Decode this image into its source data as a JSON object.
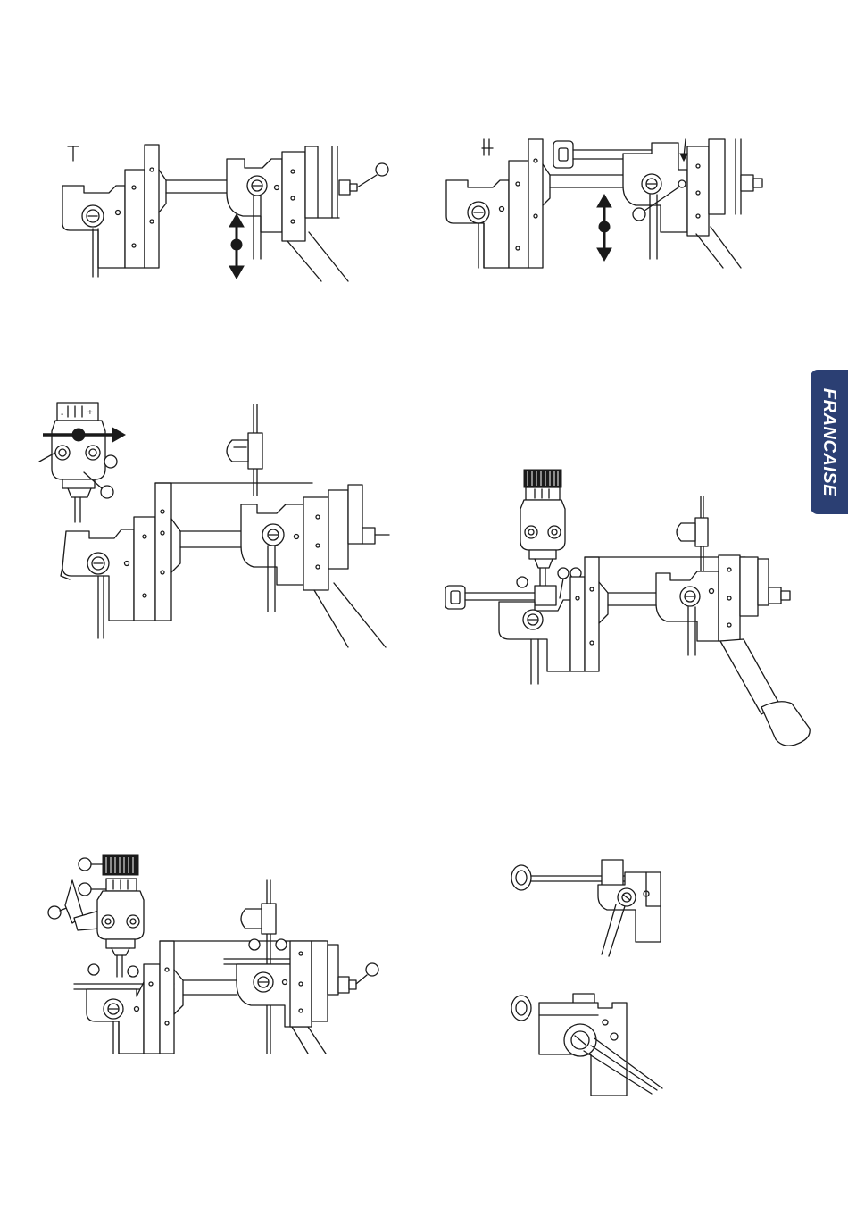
{
  "page": {
    "language_tab": "FRANCAISE",
    "tab_color": "#2b3f73",
    "tab_text_color": "#ffffff"
  },
  "figures": [
    {
      "name": "figure-1",
      "description_icon": "hex-key-icon",
      "arrow": "vertical-double-arrow"
    },
    {
      "name": "figure-2",
      "description_icon": "hex-key-icon",
      "arrow": "vertical-double-arrow"
    },
    {
      "name": "figure-3",
      "arrow": "horizontal-double-arrow"
    },
    {
      "name": "figure-4",
      "arrow": "none"
    },
    {
      "name": "figure-5",
      "arrow": "none"
    },
    {
      "name": "figure-6",
      "arrow": "none"
    }
  ]
}
